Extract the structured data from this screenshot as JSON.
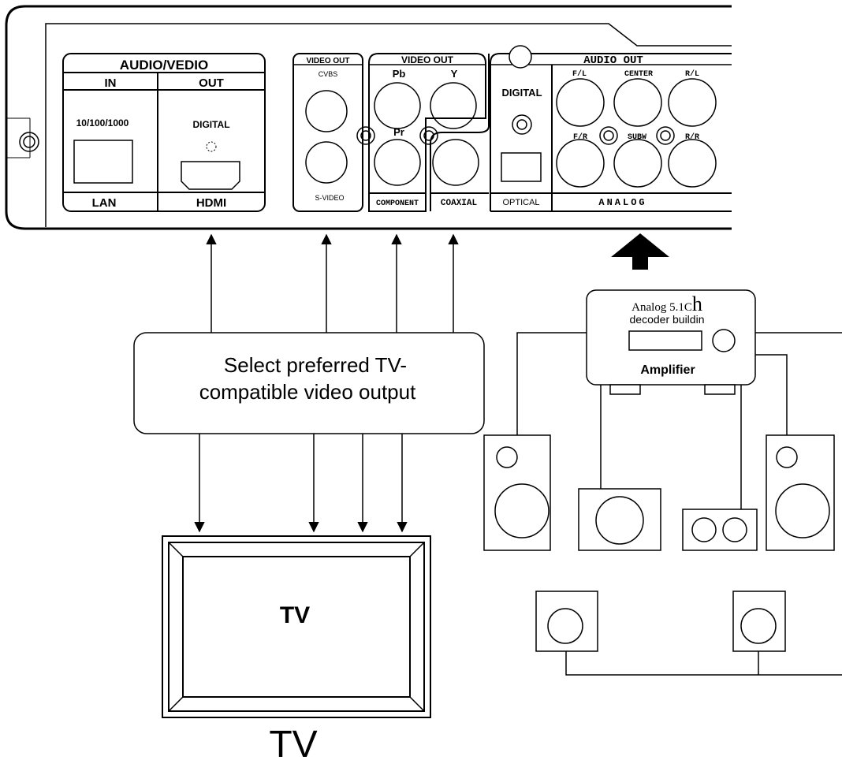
{
  "panel": {
    "av_title": "AUDIO/VEDIO",
    "in_label": "IN",
    "out_label": "OUT",
    "lan_speed": "10/100/1000",
    "lan_label": "LAN",
    "digital_label": "DIGITAL",
    "hdmi_label": "HDMI",
    "video_out_1": "VIDEO OUT",
    "cvbs_label": "CVBS",
    "svideo_label": "S-VIDEO",
    "video_out_2": "VIDEO OUT",
    "pb_label": "Pb",
    "y_label": "Y",
    "pr_label": "Pr",
    "component_label": "COMPONENT",
    "coaxial_label": "COAXIAL",
    "audio_out_title": "AUDIO OUT",
    "audio_digital_label": "DIGITAL",
    "optical_label": "OPTICAL",
    "analog_label": "ANALOG",
    "fl_label": "F/L",
    "center_label": "CENTER",
    "rl_label": "R/L",
    "fr_label": "F/R",
    "subw_label": "SUBW",
    "rr_label": "R/R"
  },
  "selector_text_line1": "Select preferred TV-",
  "selector_text_line2": "compatible video output",
  "tv_screen_label": "TV",
  "tv_caption": "TV",
  "amplifier": {
    "line1_a": "Analog 5.1C",
    "line1_b": "h",
    "line2": "decoder buildin",
    "label": "Amplifier"
  }
}
